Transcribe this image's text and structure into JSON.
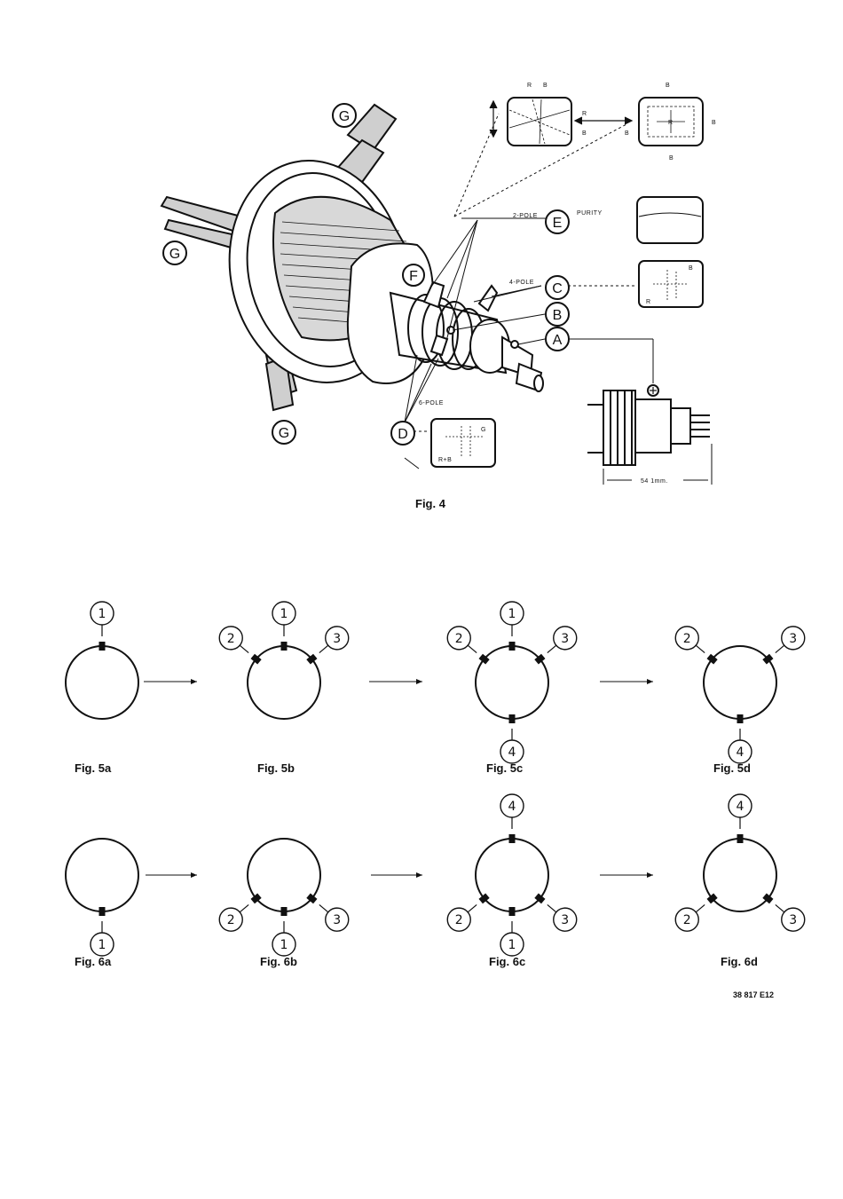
{
  "fig4": {
    "caption": "Fig. 4",
    "callouts": {
      "A": "A",
      "B": "B",
      "C": "C",
      "D": "D",
      "E": "E",
      "F": "F",
      "G": "G"
    },
    "labels": {
      "two_pole": "2-POLE",
      "four_pole": "4-POLE",
      "six_pole": "6-POLE",
      "purity": "PURITY",
      "dimension": "54 1mm."
    },
    "screen_letters": {
      "r": "R",
      "b": "B",
      "g": "G",
      "rb": "R+B"
    }
  },
  "fig5": {
    "captions": [
      "Fig. 5a",
      "Fig. 5b",
      "Fig. 5c",
      "Fig. 5d"
    ]
  },
  "fig6": {
    "captions": [
      "Fig. 6a",
      "Fig. 6b",
      "Fig. 6c",
      "Fig. 6d"
    ]
  },
  "markers": {
    "m1": "1",
    "m2": "2",
    "m3": "3",
    "m4": "4"
  },
  "reference": "38 817 E12"
}
